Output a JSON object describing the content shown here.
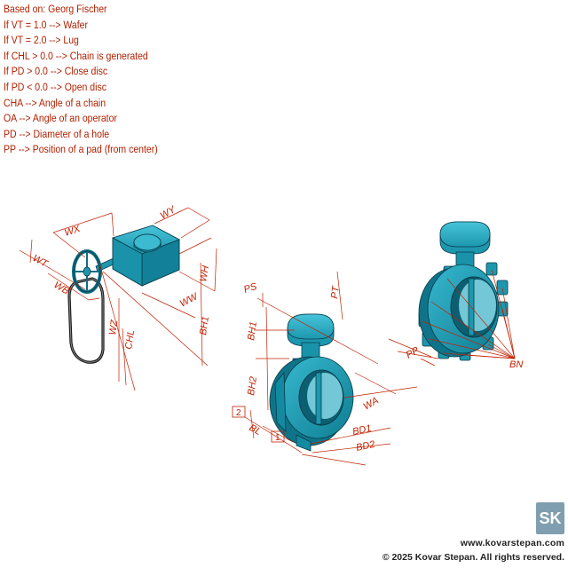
{
  "notes": [
    "Based on: Georg Fischer",
    "If VT = 1.0  --> Wafer",
    "If VT = 2.0 --> Lug",
    "If CHL > 0.0 --> Chain is generated",
    "If PD > 0.0 --> Close disc",
    "If PD < 0.0 --> Open disc",
    "CHA --> Angle of a chain",
    "OA --> Angle of an operator",
    "PD --> Diameter of a hole",
    "PP --> Position of a pad (from center)"
  ],
  "dims": {
    "wx": "WX",
    "wy": "WY",
    "wt": "WT",
    "wb": "WB",
    "ww": "WW",
    "wh": "WH",
    "wz": "WZ",
    "chl": "CHL",
    "bh1_left": "BH1",
    "ps": "PS",
    "pt": "PT",
    "bh1_mid": "BH1",
    "bh2": "BH2",
    "wa": "WA",
    "bl": "BL",
    "bd1": "BD1",
    "bd2": "BD2",
    "pp": "PP",
    "bn": "BN",
    "tag2": "2",
    "tag1": "1"
  },
  "colors": {
    "body": "#1f9bb3",
    "body_dark": "#0f6d82",
    "dim_line": "#c22000",
    "note_text": "#b02000"
  },
  "footer": {
    "website": "www.kovarstepan.com",
    "copyright": "© 2025 Kovar Stepan. All rights reserved."
  },
  "logo": {
    "text": "SK"
  }
}
